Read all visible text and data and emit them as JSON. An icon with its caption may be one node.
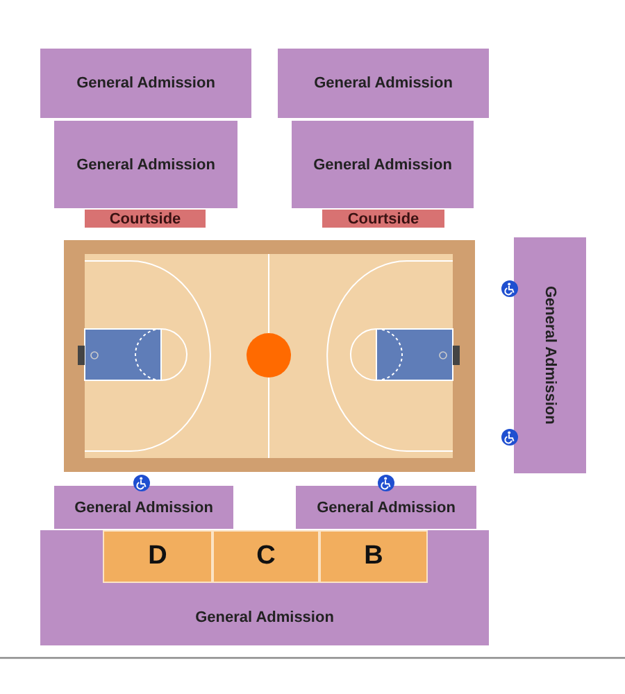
{
  "diagram": {
    "nodes": [
      {
        "text": [
          "General Admission"
        ]
      },
      {
        "text": [
          "General Admission"
        ]
      },
      {
        "text": [
          "General Admission"
        ]
      },
      {
        "text": [
          "General Admission"
        ]
      },
      {
        "text": [
          "Courtside"
        ]
      },
      {
        "text": [
          "Courtside"
        ]
      },
      {
        "text": [
          "General Admission"
        ]
      },
      {
        "text": [
          "General Admission"
        ]
      },
      {
        "text": [
          "General Admission"
        ]
      },
      {
        "text": [
          "General Admission"
        ]
      },
      {
        "text": [
          "D"
        ],
        "in": 9
      },
      {
        "text": [
          "C"
        ],
        "in": 9
      },
      {
        "text": [
          "B"
        ],
        "in": 9
      }
    ],
    "edges": []
  }
}
